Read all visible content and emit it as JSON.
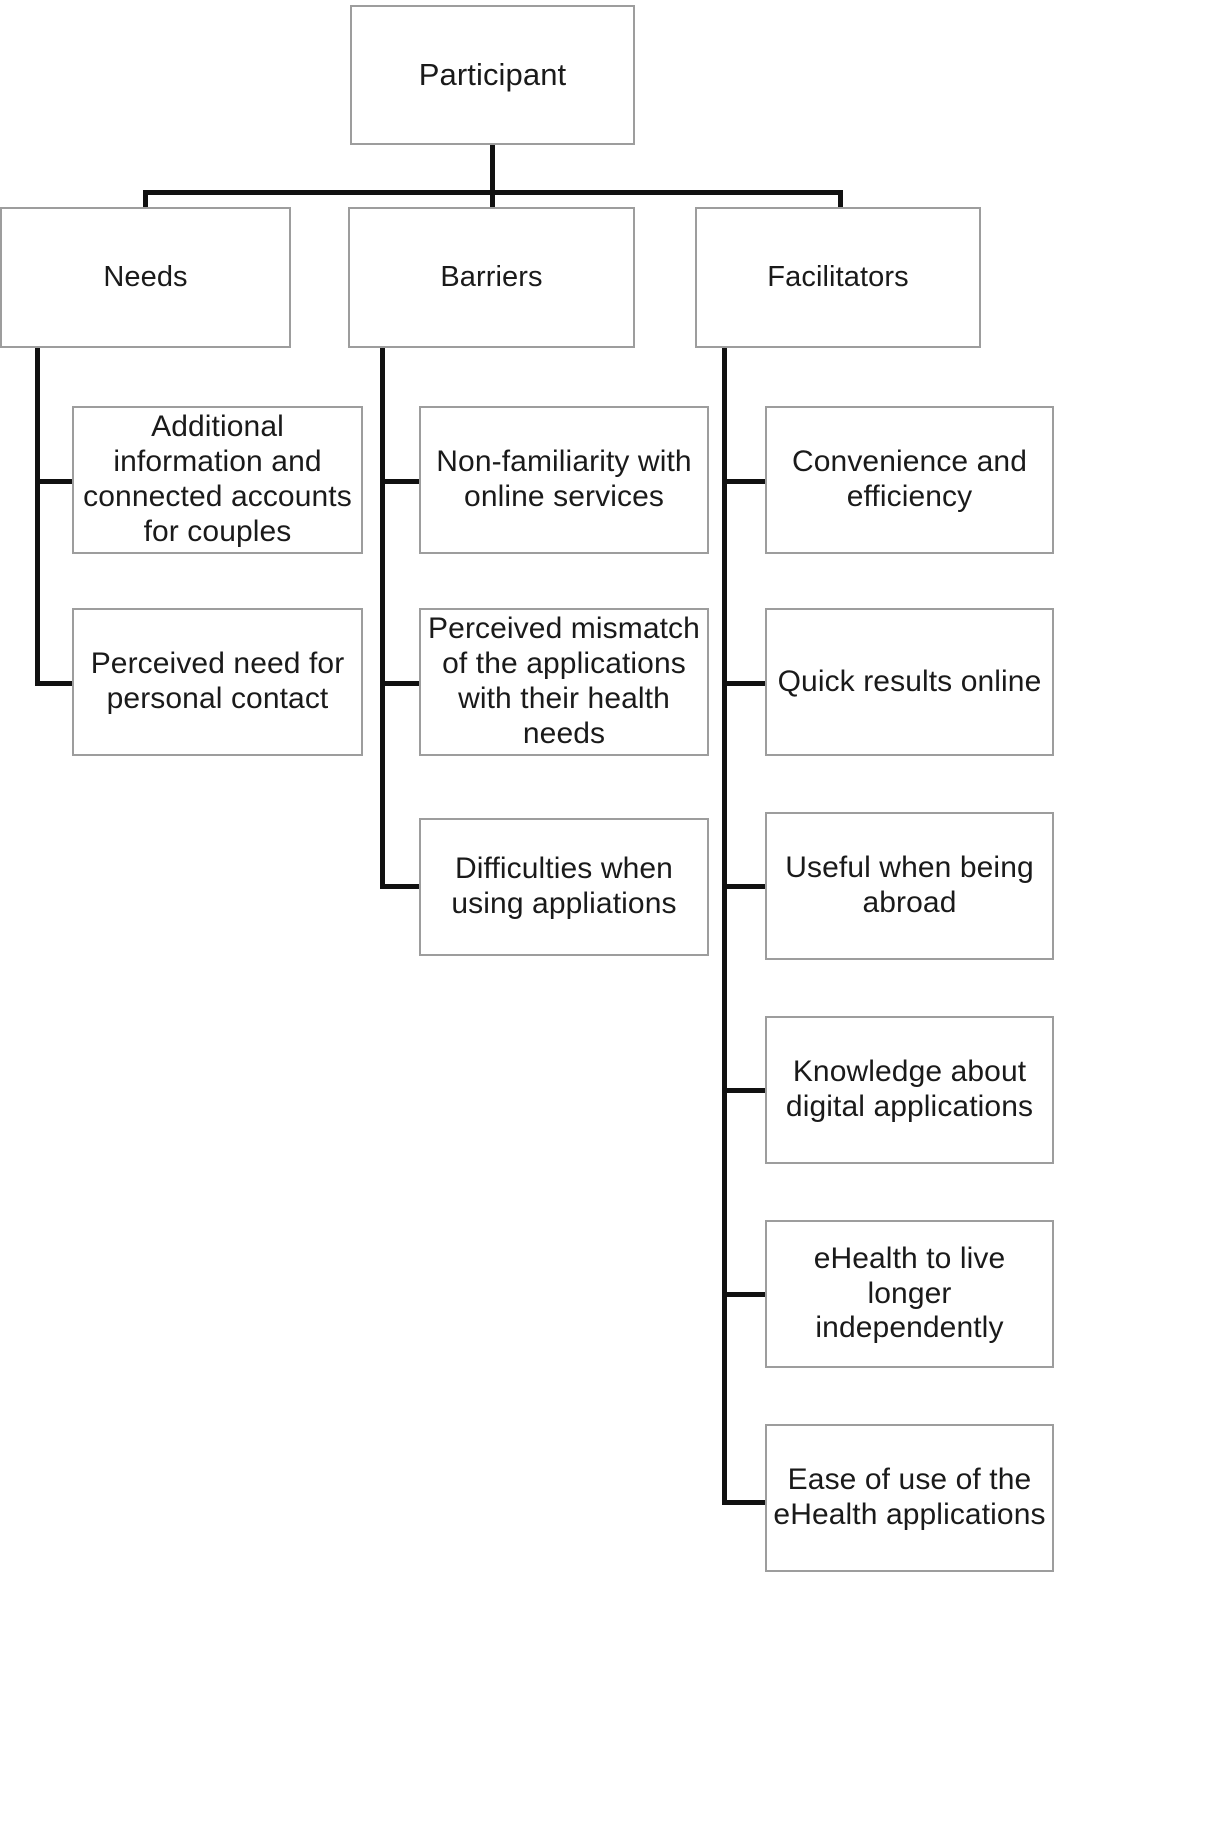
{
  "diagram": {
    "type": "hierarchy-tree",
    "root": {
      "label": "Participant"
    },
    "branches": [
      {
        "label": "Needs",
        "children": [
          {
            "label": "Additional information and connected accounts for couples"
          },
          {
            "label": "Perceived need for personal contact"
          }
        ]
      },
      {
        "label": "Barriers",
        "children": [
          {
            "label": "Non-familiarity with online services"
          },
          {
            "label": "Perceived mismatch of the applications with their health needs"
          },
          {
            "label": "Difficulties when using appliations"
          }
        ]
      },
      {
        "label": "Facilitators",
        "children": [
          {
            "label": "Convenience and efficiency"
          },
          {
            "label": "Quick results online"
          },
          {
            "label": "Useful when being abroad"
          },
          {
            "label": "Knowledge about digital applications"
          },
          {
            "label": "eHealth to live longer independently"
          },
          {
            "label": "Ease of use of the eHealth applications"
          }
        ]
      }
    ],
    "colors": {
      "box_border": "#9d9d9d",
      "connector": "#111111",
      "text": "#1a1a1a",
      "background": "#ffffff"
    }
  }
}
